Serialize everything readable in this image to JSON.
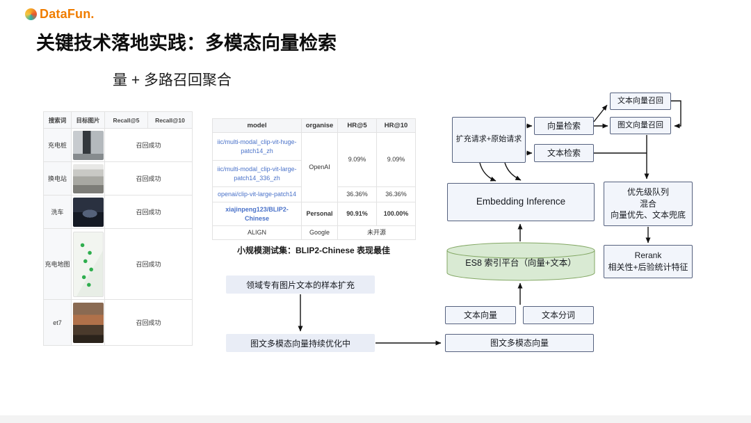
{
  "slide": {
    "logo_text": "DataFun.",
    "title": "关键技术落地实践：多模态向量检索",
    "subtitle": "量 + 多路召回聚合"
  },
  "colors": {
    "brand_orange": "#f07d00",
    "link_blue": "#4a72c9",
    "cylinder_green": "#d9ead3",
    "flow_box_fill": "#f2f5fb"
  },
  "recall_table": {
    "headers": [
      "搜索词",
      "目标图片",
      "Recall@5",
      "Recall@10"
    ],
    "rows": [
      {
        "term": "充电桩",
        "image": "charging-pile-photo",
        "result": "召回成功"
      },
      {
        "term": "换电站",
        "image": "battery-swap-station-photo",
        "result": "召回成功"
      },
      {
        "term": "洗车",
        "image": "car-wash-photo",
        "result": "召回成功"
      },
      {
        "term": "充电地图",
        "image": "charging-map-screenshot",
        "result": "召回成功"
      },
      {
        "term": "et7",
        "image": "et7-car-photo",
        "result": "召回成功"
      }
    ]
  },
  "model_table": {
    "headers": [
      "model",
      "organise",
      "HR@5",
      "HR@10"
    ],
    "models": [
      {
        "name": "iic/multi-modal_clip-vit-huge-patch14_zh"
      },
      {
        "name": "iic/multi-modal_clip-vit-large-patch14_336_zh"
      },
      {
        "name": "openai/clip-vit-large-patch14"
      },
      {
        "name": "xiajinpeng123/BLIP2-Chinese"
      },
      {
        "name": "ALIGN"
      }
    ],
    "org_openai": "OpenAI",
    "org_personal": "Personal",
    "org_google": "Google",
    "hr5_merged": "9.09%",
    "hr10_merged": "9.09%",
    "hr5_row3": "36.36%",
    "hr10_row3": "36.36%",
    "hr5_blip2": "90.91%",
    "hr10_blip2": "100.00%",
    "align_status": "未开源",
    "caption": "小规模测试集：BLIP2-Chinese 表现最佳"
  },
  "flow": {
    "sample_box": "领域专有图片文本的样本扩充",
    "optimize_box": "图文多模态向量持续优化中",
    "request_box": "扩充请求+原始请求",
    "vector_search": "向量检索",
    "text_search": "文本检索",
    "text_vector_recall": "文本向量召回",
    "image_text_vector_recall": "图文向量召回",
    "embedding": "Embedding Inference",
    "priority_queue": [
      "优先级队列",
      "混合",
      "向量优先、文本兜底"
    ],
    "es8": "ES8 索引平台（向量+文本）",
    "rerank": [
      "Rerank",
      "相关性+后验统计特征"
    ],
    "text_vector": "文本向量",
    "text_tokenize": "文本分词",
    "multimodal_vector": "图文多模态向量"
  }
}
